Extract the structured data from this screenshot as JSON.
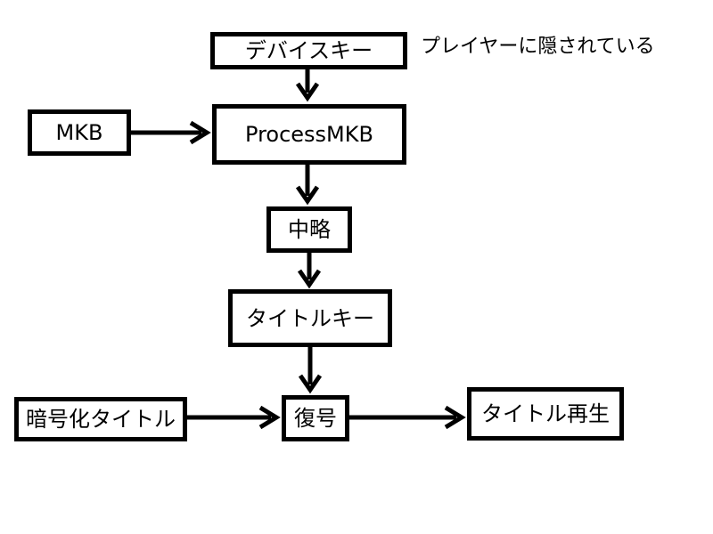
{
  "nodes": {
    "device_key": "デバイスキー",
    "mkb": "MKB",
    "process_mkb": "ProcessMKB",
    "abbreviated": "中略",
    "title_key": "タイトルキー",
    "encrypted_title": "暗号化タイトル",
    "decrypt": "復号",
    "title_playback": "タイトル再生"
  },
  "annotations": {
    "device_key_note": "プレイヤーに隠されている"
  },
  "edges": [
    {
      "from": "device_key",
      "to": "process_mkb"
    },
    {
      "from": "mkb",
      "to": "process_mkb"
    },
    {
      "from": "process_mkb",
      "to": "abbreviated"
    },
    {
      "from": "abbreviated",
      "to": "title_key"
    },
    {
      "from": "title_key",
      "to": "decrypt"
    },
    {
      "from": "encrypted_title",
      "to": "decrypt"
    },
    {
      "from": "decrypt",
      "to": "title_playback"
    }
  ],
  "colors": {
    "stroke": "#000000",
    "background": "#ffffff"
  }
}
